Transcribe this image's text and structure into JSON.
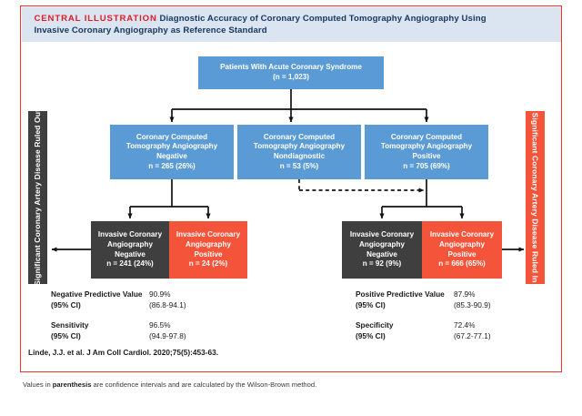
{
  "header": {
    "central_illustration_label": "CENTRAL ILLUSTRATION",
    "title_line1": "Diagnostic Accuracy of Coronary Computed Tomography Angiography Using",
    "title_line2": "Invasive Coronary Angiography as Reference Standard"
  },
  "side_bars": {
    "left_label": "Significant Coronary Artery Disease Ruled Out",
    "right_label": "Significant Coronary Artery Disease Ruled In"
  },
  "colors": {
    "blue": "#5b9bd5",
    "dark_gray": "#3f3f3f",
    "red": "#f4543a",
    "frame_red": "#ed3724",
    "header_band": "#dbe5f1",
    "header_text": "#17365d"
  },
  "flow": {
    "top": {
      "line1": "Patients With Acute Coronary Syndrome",
      "line2": "(n = 1,023)"
    },
    "ccta_negative": {
      "line1": "Coronary Computed",
      "line2": "Tomography Angiography",
      "line3": "Negative",
      "line4": "n = 265 (26%)"
    },
    "ccta_nondiagnostic": {
      "line1": "Coronary Computed",
      "line2": "Tomography Angiography",
      "line3": "Nondiagnostic",
      "line4": "n = 53 (5%)"
    },
    "ccta_positive": {
      "line1": "Coronary Computed",
      "line2": "Tomography Angiography",
      "line3": "Positive",
      "line4": "n = 705 (69%)"
    },
    "ica_left_negative": {
      "line1": "Invasive Coronary",
      "line2": "Angiography",
      "line3": "Negative",
      "line4": "n = 241 (24%)"
    },
    "ica_left_positive": {
      "line1": "Invasive Coronary",
      "line2": "Angiography",
      "line3": "Positive",
      "line4": "n = 24 (2%)"
    },
    "ica_right_negative": {
      "line1": "Invasive Coronary",
      "line2": "Angiography",
      "line3": "Negative",
      "line4": "n = 92 (9%)"
    },
    "ica_right_positive": {
      "line1": "Invasive Coronary",
      "line2": "Angiography",
      "line3": "Positive",
      "line4": "n = 666 (65%)"
    }
  },
  "statistics": {
    "left": [
      {
        "label_line1": "Negative Predictive Value",
        "label_line2": "(95% CI)",
        "value": "90.9%",
        "ci": "(86.8-94.1)"
      },
      {
        "label_line1": "Sensitivity",
        "label_line2": "(95% CI)",
        "value": "96.5%",
        "ci": "(94.9-97.8)"
      }
    ],
    "right": [
      {
        "label_line1": "Positive Predictive Value",
        "label_line2": "(95% CI)",
        "value": "87.9%",
        "ci": "(85.3-90.9)"
      },
      {
        "label_line1": "Specificity",
        "label_line2": "(95% CI)",
        "value": "72.4%",
        "ci": "(67.2-77.1)"
      }
    ]
  },
  "citation": "Linde, J.J. et al. J Am Coll Cardiol. 2020;75(5):453-63.",
  "footnote": {
    "part1": "Values in ",
    "emphasis": "parenthesis",
    "part2": " are confidence intervals and are calculated by the Wilson-Brown method."
  },
  "chart_data": {
    "type": "diagram",
    "title": "Diagnostic Accuracy of Coronary Computed Tomography Angiography Using Invasive Coronary Angiography as Reference Standard",
    "total_n": 1023,
    "nodes": [
      {
        "id": "acs",
        "label": "Patients With Acute Coronary Syndrome",
        "n": 1023,
        "pct": null,
        "color": "blue"
      },
      {
        "id": "ccta_neg",
        "label": "Coronary Computed Tomography Angiography Negative",
        "n": 265,
        "pct": 26,
        "color": "blue"
      },
      {
        "id": "ccta_nd",
        "label": "Coronary Computed Tomography Angiography Nondiagnostic",
        "n": 53,
        "pct": 5,
        "color": "blue"
      },
      {
        "id": "ccta_pos",
        "label": "Coronary Computed Tomography Angiography Positive",
        "n": 705,
        "pct": 69,
        "color": "blue"
      },
      {
        "id": "ica_neg_l",
        "label": "Invasive Coronary Angiography Negative",
        "n": 241,
        "pct": 24,
        "color": "dark"
      },
      {
        "id": "ica_pos_l",
        "label": "Invasive Coronary Angiography Positive",
        "n": 24,
        "pct": 2,
        "color": "red"
      },
      {
        "id": "ica_neg_r",
        "label": "Invasive Coronary Angiography Negative",
        "n": 92,
        "pct": 9,
        "color": "dark"
      },
      {
        "id": "ica_pos_r",
        "label": "Invasive Coronary Angiography Positive",
        "n": 666,
        "pct": 65,
        "color": "red"
      }
    ],
    "edges": [
      {
        "from": "acs",
        "to": "ccta_neg",
        "style": "solid"
      },
      {
        "from": "acs",
        "to": "ccta_nd",
        "style": "solid"
      },
      {
        "from": "acs",
        "to": "ccta_pos",
        "style": "solid"
      },
      {
        "from": "ccta_neg",
        "to": "ica_neg_l",
        "style": "solid"
      },
      {
        "from": "ccta_neg",
        "to": "ica_pos_l",
        "style": "solid"
      },
      {
        "from": "ccta_nd",
        "to": "ccta_pos",
        "style": "dashed"
      },
      {
        "from": "ccta_pos",
        "to": "ica_neg_r",
        "style": "solid"
      },
      {
        "from": "ccta_pos",
        "to": "ica_pos_r",
        "style": "solid"
      }
    ],
    "metrics": [
      {
        "name": "Negative Predictive Value",
        "value": 90.9,
        "ci": [
          86.8,
          94.1
        ],
        "unit": "%"
      },
      {
        "name": "Sensitivity",
        "value": 96.5,
        "ci": [
          94.9,
          97.8
        ],
        "unit": "%"
      },
      {
        "name": "Positive Predictive Value",
        "value": 87.9,
        "ci": [
          85.3,
          90.9
        ],
        "unit": "%"
      },
      {
        "name": "Specificity",
        "value": 72.4,
        "ci": [
          67.2,
          77.1
        ],
        "unit": "%"
      }
    ]
  }
}
